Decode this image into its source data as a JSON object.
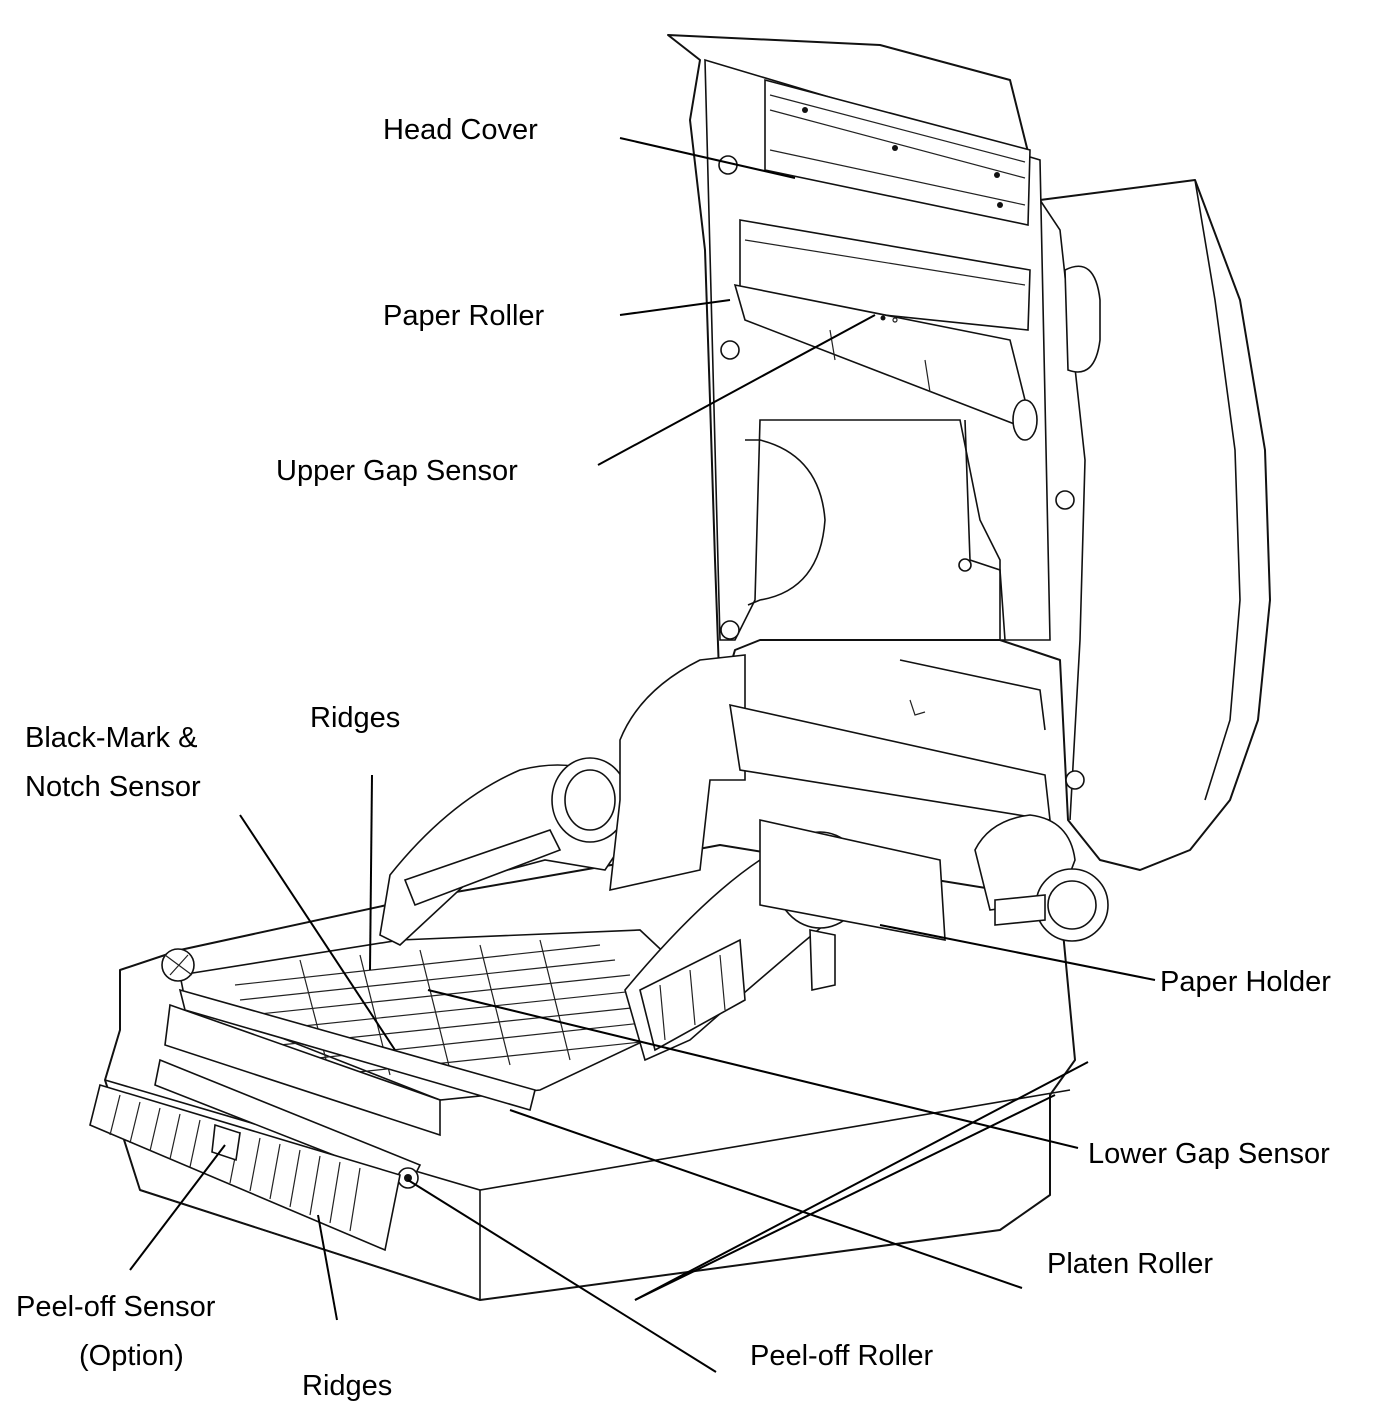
{
  "labels": {
    "head_cover": "Head Cover",
    "paper_roller": "Paper Roller",
    "upper_gap_sensor": "Upper Gap Sensor",
    "ridges_top": "Ridges",
    "black_mark_line1": "Black-Mark &",
    "black_mark_line2": "Notch Sensor",
    "paper_holder": "Paper Holder",
    "lower_gap_sensor": "Lower Gap Sensor",
    "platen_roller": "Platen Roller",
    "peel_off_sensor_line1": "Peel-off Sensor",
    "peel_off_sensor_line2": "(Option)",
    "peel_off_roller": "Peel-off Roller",
    "ridges_bottom": "Ridges"
  }
}
